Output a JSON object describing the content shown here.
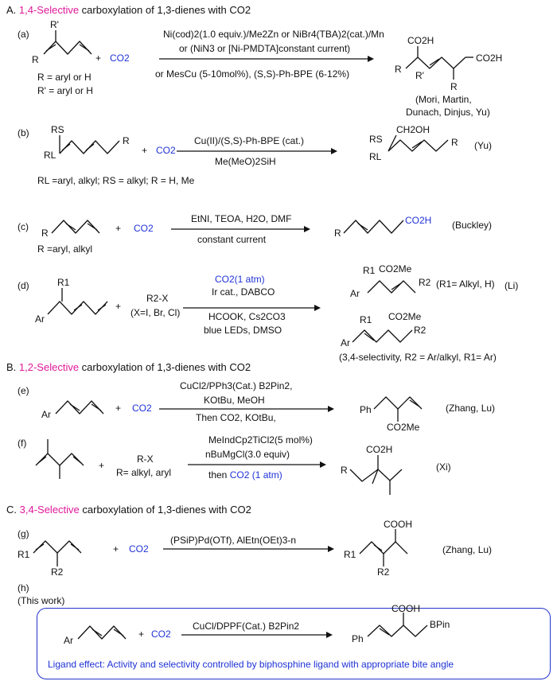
{
  "colors": {
    "accent_pink": "#e0199a",
    "accent_blue": "#1f32d6",
    "box_border": "#2233cc"
  },
  "sectionA": {
    "title_prefix": "A. ",
    "title_highlight": "1,4-Selective",
    "title_suffix": " carboxylation of 1,3-dienes with CO2",
    "a": {
      "label": "(a)",
      "rprime": "R'",
      "r": "R",
      "plus": "+",
      "co2": "CO2",
      "cond1": "Ni(cod)2(1.0 equiv.)/Me2Zn or NiBr4(TBA)2(cat.)/Mn",
      "cond2": "or (NiN3 or  [Ni-PMDTA]constant current)",
      "cond3": "or MesCu (5-10mol%), (S,S)-Ph-BPE (6-12%)",
      "def1": "R = aryl or H",
      "def2": "R' = aryl or H",
      "prod_co2h_1": "CO2H",
      "prod_co2h_2": "CO2H",
      "prod_r1": "R",
      "prod_rprime": "R'",
      "prod_r2": "R",
      "refs1": "(Mori, Martin,",
      "refs2": "Dunach, Dinjus, Yu)"
    },
    "b": {
      "label": "(b)",
      "rs": "RS",
      "rl": "RL",
      "r": "R",
      "plus": "+",
      "co2": "CO2",
      "cond1": "Cu(II)/(S,S)-Ph-BPE (cat.)",
      "cond2": "Me(MeO)2SiH",
      "def": "RL =aryl, alkyl; RS = alkyl; R = H, Me",
      "prod_ch2oh": "CH2OH",
      "prod_rs": "RS",
      "prod_rl": "RL",
      "prod_r": "R",
      "ref": "(Yu)"
    },
    "c": {
      "label": "(c)",
      "r": "R",
      "plus": "+",
      "co2": "CO2",
      "cond1": "EtNI, TEOA, H2O, DMF",
      "cond2": "constant current",
      "def": "R =aryl, alkyl",
      "prod_r": "R",
      "prod_co2h": "CO2H",
      "ref": "(Buckley)"
    },
    "d": {
      "label": "(d)",
      "r1": "R1",
      "ar": "Ar",
      "plus": "+",
      "rx": "R2-X",
      "x_def": "(X=I, Br, Cl)",
      "cond1": "CO2(1 atm)",
      "cond2": "Ir cat., DABCO",
      "cond3": "HCOOK, Cs2CO3",
      "cond4": "blue LEDs, DMSO",
      "p1_r1": "R1",
      "p1_co2me": "CO2Me",
      "p1_ar": "Ar",
      "p1_r2": "R2",
      "p1_note": "(R1= Alkyl, H)",
      "ref": "(Li)",
      "p2_r1": "R1",
      "p2_co2me": "CO2Me",
      "p2_ar": "Ar",
      "p2_r2": "R2",
      "note2": "(3,4-selectivity, R2 = Ar/alkyl, R1= Ar)"
    }
  },
  "sectionB": {
    "title_prefix": "B. ",
    "title_highlight": "1,2-Selective",
    "title_suffix": " carboxylation of 1,3-dienes with CO2",
    "e": {
      "label": "(e)",
      "ar": "Ar",
      "plus": "+",
      "co2": "CO2",
      "cond1": "CuCl2/PPh3(Cat.) B2Pin2,",
      "cond2": "KOtBu, MeOH",
      "cond3": "Then CO2, KOtBu,",
      "prod_ph": "Ph",
      "prod_co2me": "CO2Me",
      "ref": "(Zhang, Lu)"
    },
    "f": {
      "label": "(f)",
      "plus": "+",
      "rx": "R-X",
      "rdef": "R= alkyl, aryl",
      "cond1": "MeIndCp2TiCl2(5 mol%)",
      "cond2": "nBuMgCl(3.0 equiv)",
      "cond3_prefix": "then ",
      "cond3_co2": "CO2 (1 atm)",
      "prod_co2h": "CO2H",
      "prod_r": "R",
      "ref": "(Xi)"
    }
  },
  "sectionC": {
    "title_prefix": "C. ",
    "title_highlight": "3,4-Selective",
    "title_suffix": " carboxylation of 1,3-dienes with CO2",
    "g": {
      "label": "(g)",
      "r1": "R1",
      "r2": "R2",
      "plus": "+",
      "co2": "CO2",
      "cond1": "(PSiP)Pd(OTf), AlEtn(OEt)3-n",
      "prod_cooh": "COOH",
      "prod_r1": "R1",
      "prod_r2": "R2",
      "ref": "(Zhang, Lu)"
    },
    "h": {
      "label": "(h)",
      "sub": "(This work)",
      "ar": "Ar",
      "plus": "+",
      "co2": "CO2",
      "cond1": "CuCl/DPPF(Cat.) B2Pin2",
      "prod_cooh": "COOH",
      "prod_ph": "Ph",
      "prod_bpin": "BPin",
      "note": "Ligand effect: Activity and selectivity controlled by biphosphine ligand with appropriate bite angle"
    }
  }
}
